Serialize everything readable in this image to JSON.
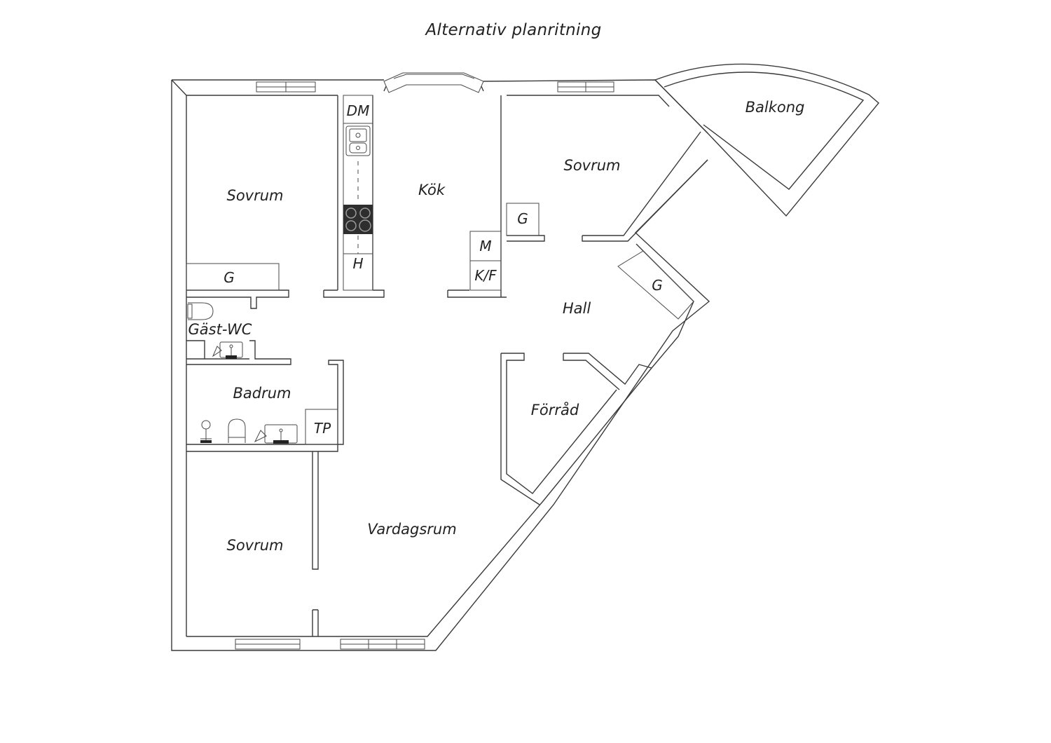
{
  "title": "Alternativ planritning",
  "rooms": {
    "bedroom_top_left": "Sovrum",
    "kitchen": "Kök",
    "bedroom_top_right": "Sovrum",
    "balcony": "Balkong",
    "hall": "Hall",
    "guest_wc": "Gäst-WC",
    "bathroom": "Badrum",
    "storage": "Förråd",
    "bedroom_bottom_left": "Sovrum",
    "living_room": "Vardagsrum"
  },
  "fixtures": {
    "dishwasher": "DM",
    "wardrobe_top_left": "G",
    "shelf_h": "H",
    "microwave": "M",
    "fridge_freezer": "K/F",
    "wardrobe_top_right": "G",
    "wardrobe_hall": "G",
    "laundry": "TP"
  },
  "colors": {
    "wall": "#3a3a3a",
    "stove": "#2e2e2e"
  },
  "icons": [
    "sink-icon",
    "stove-icon",
    "toilet-icon",
    "shower-icon",
    "washbasin-icon"
  ]
}
